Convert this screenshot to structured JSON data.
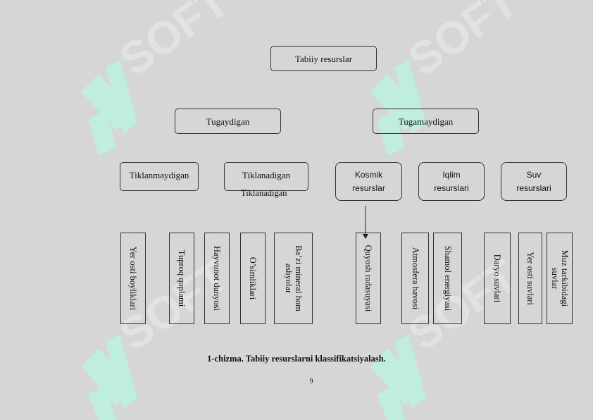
{
  "diagram": {
    "root": "Tabiiy resurslar",
    "level1": {
      "left": "Tugaydigan",
      "right": "Tugamaydigan"
    },
    "level2": {
      "tiklanmaydigan": "Tiklanmaydigan",
      "tiklanadigan": "Tiklanadigan",
      "tiklanadigan_overflow": "Tiklanadigan",
      "kosmik": "Kosmik resurslar",
      "iqlim": "Iqlim resurslari",
      "suv": "Suv resurslari"
    },
    "leaves": {
      "yer_osti_boyliklari": "Yer osti boyliklari",
      "tuproq_qoplami": "Tuproq qoplami",
      "hayvonot_dunyosi": "Hayvonot dunyosi",
      "osimliklari": "O’simliklari",
      "mineral_hom_ashyolar": "Ba’zi mineral hom ashyolar",
      "quyosh_radasuyasi": "Quyosh radasuyasi",
      "atmosfera_havosi": "Atmosfera havosi",
      "shamol_energiyasi": "Shamol energiyasi",
      "daryo_suvlari": "Daryo suvlari",
      "yer_osti_suvlari": "Yer osti suvlari",
      "muz_tarkibidagi_suvlar": "Muz tarkibidagi suvlar"
    }
  },
  "caption": "1-chizma. Tabiiy  resurslarni  klassifikatsiyalash.",
  "page_number": "9",
  "colors": {
    "background": "#d6d6d6",
    "watermark": "#bfeedd",
    "watermark_text": "#e2e2e2",
    "border": "#333333"
  }
}
